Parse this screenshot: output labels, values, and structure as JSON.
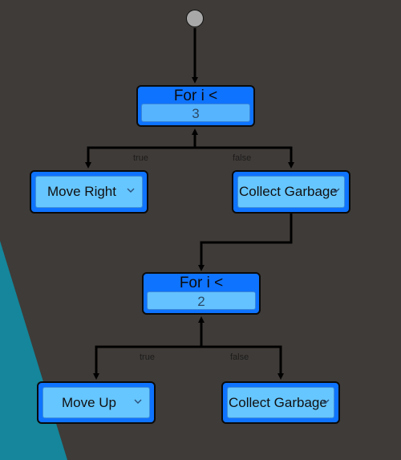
{
  "colors": {
    "background": "#3f3b38",
    "wedge": "#15869b",
    "node_blue": "#0e73ff",
    "field_blue": "#66c6ff",
    "start_grey": "#a8a8a8"
  },
  "flow": {
    "loop1": {
      "title": "For i <",
      "count": "3"
    },
    "branch1": {
      "true_label": "true",
      "false_label": "false",
      "true_action": "Move Right",
      "false_action": "Collect Garbage"
    },
    "loop2": {
      "title": "For i <",
      "count": "2"
    },
    "branch2": {
      "true_label": "true",
      "false_label": "false",
      "true_action": "Move Up",
      "false_action": "Collect Garbage"
    }
  },
  "icons": {
    "start": "circle-icon",
    "dropdown": "chevron-down-icon",
    "arrow": "arrow-head-icon"
  }
}
